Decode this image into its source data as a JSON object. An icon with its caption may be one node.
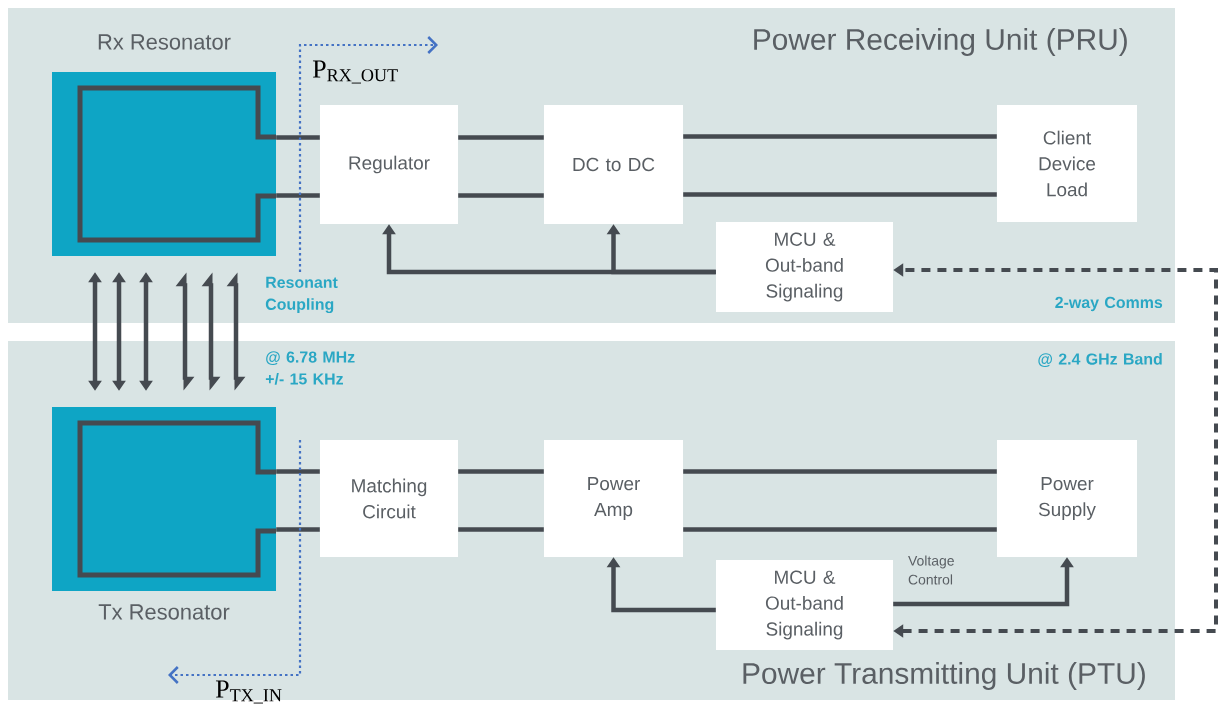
{
  "diagram": {
    "nodes": [
      {
        "text": [
          "Power Receiving Unit (PRU)"
        ]
      },
      {
        "text": [
          "Power Transmitting Unit (PTU)"
        ]
      },
      {
        "text": [
          "Rx Resonator"
        ],
        "in": 0
      },
      {
        "text": [
          "Regulator"
        ],
        "in": 0
      },
      {
        "text": [
          "DC to DC"
        ],
        "in": 0
      },
      {
        "text": [
          "Client Device Load"
        ],
        "in": 0
      },
      {
        "text": [
          "MCU & Out-band Signaling"
        ],
        "in": 0
      },
      {
        "text": [
          "Tx Resonator"
        ],
        "in": 1
      },
      {
        "text": [
          "Matching Circuit"
        ],
        "in": 1
      },
      {
        "text": [
          "Power Amp"
        ],
        "in": 1
      },
      {
        "text": [
          "Power Supply"
        ],
        "in": 1
      },
      {
        "text": [
          "MCU & Out-band Signaling"
        ],
        "in": 1
      }
    ],
    "edges": [
      {
        "from": 2,
        "to": 3,
        "arrow": "none"
      },
      {
        "from": 2,
        "to": 3,
        "arrow": "none"
      },
      {
        "from": 3,
        "to": 4,
        "arrow": "none"
      },
      {
        "from": 3,
        "to": 4,
        "arrow": "none"
      },
      {
        "from": 4,
        "to": 5,
        "arrow": "none"
      },
      {
        "from": 4,
        "to": 5,
        "arrow": "none"
      },
      {
        "from": 6,
        "to": 3,
        "arrow": "to"
      },
      {
        "from": 6,
        "to": 4,
        "arrow": "to"
      },
      {
        "from": 7,
        "to": 2,
        "arrow": "both"
      },
      {
        "from": 7,
        "to": 2,
        "arrow": "both"
      },
      {
        "from": 7,
        "to": 2,
        "arrow": "both"
      },
      {
        "from": 7,
        "to": 2,
        "arrow": "both"
      },
      {
        "from": 7,
        "to": 2,
        "arrow": "both"
      },
      {
        "from": 7,
        "to": 2,
        "arrow": "both"
      },
      {
        "from": 7,
        "to": 8,
        "arrow": "none"
      },
      {
        "from": 7,
        "to": 8,
        "arrow": "none"
      },
      {
        "from": 8,
        "to": 9,
        "arrow": "none"
      },
      {
        "from": 8,
        "to": 9,
        "arrow": "none"
      },
      {
        "from": 9,
        "to": 10,
        "arrow": "none"
      },
      {
        "from": 9,
        "to": 10,
        "arrow": "none"
      },
      {
        "from": 11,
        "to": 9,
        "arrow": "to"
      },
      {
        "from": 11,
        "to": 10,
        "arrow": "to",
        "label": "Voltage Control"
      },
      {
        "from": 11,
        "to": 6,
        "arrow": "both",
        "style": "dashed"
      }
    ],
    "labels": [
      "P$_{RX_OUT}$",
      "Resonant Coupling",
      "2-way Comms",
      "@ 6.78 MHz +/- 15 KHz",
      "@ 2.4 GHz Band",
      "P$_{TX_IN}$"
    ]
  }
}
